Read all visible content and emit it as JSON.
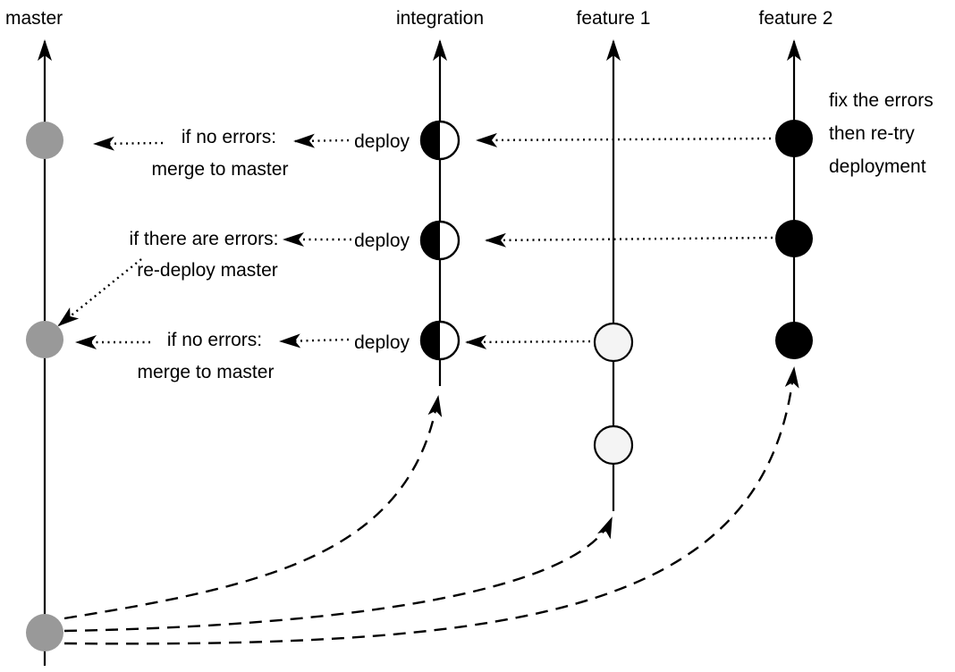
{
  "branches": {
    "master": "master",
    "integration": "integration",
    "feature1": "feature 1",
    "feature2": "feature 2"
  },
  "labels": {
    "deploy_1": "deploy",
    "deploy_2": "deploy",
    "deploy_3": "deploy",
    "merge_top_line1": "if no errors:",
    "merge_top_line2": "merge to master",
    "errors_line1": "if there are errors:",
    "errors_line2": "re-deploy master",
    "merge_bottom_line1": "if no errors:",
    "merge_bottom_line2": "merge to master",
    "fix_line1": "fix the errors",
    "fix_line2": "then re-try",
    "fix_line3": "deployment"
  },
  "colors": {
    "master_commit": "#999999",
    "feature1_commit": "#f4f4f4",
    "feature2_commit": "#000000",
    "integration_commit_left": "#000000",
    "integration_commit_right": "#ffffff"
  }
}
